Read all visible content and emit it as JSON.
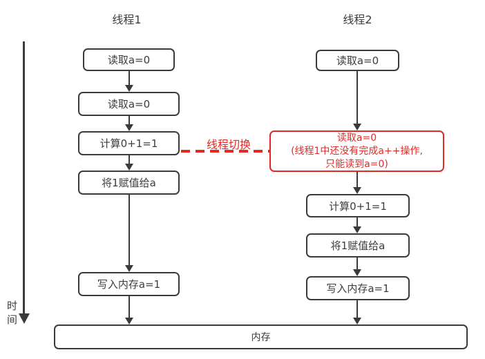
{
  "colors": {
    "line": "#3a3a3a",
    "text": "#3c3c3c",
    "accent_red": "#e62823",
    "background": "#ffffff"
  },
  "time_axis": {
    "label": "时间"
  },
  "threads": {
    "t1": {
      "title": "线程1",
      "steps": [
        "读取a=0",
        "读取a=0",
        "计算0+1=1",
        "将1赋值给a",
        "写入内存a=1"
      ]
    },
    "t2": {
      "title": "线程2",
      "first_step": "读取a=0",
      "highlight_step": {
        "line1": "读取a=0",
        "line2": "(线程1中还没有完成a++操作,",
        "line3": "只能读到a=0)"
      },
      "steps": [
        "计算0+1=1",
        "将1赋值给a",
        "写入内存a=1"
      ]
    }
  },
  "switch_label": "线程切换",
  "memory": {
    "label": "内存"
  }
}
